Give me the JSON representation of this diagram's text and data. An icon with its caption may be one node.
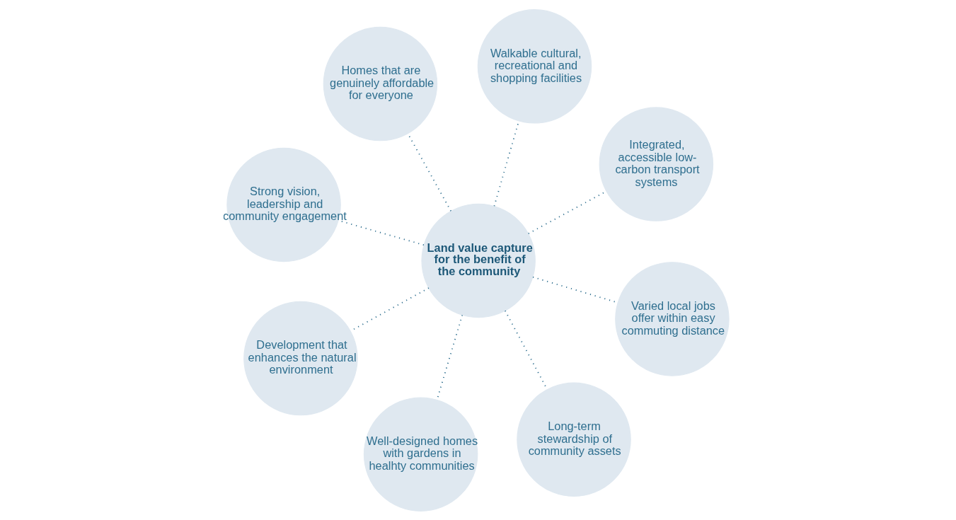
{
  "diagram": {
    "nodes": [
      {
        "text": [
          "Strong vision, leadership and community engagement"
        ]
      },
      {
        "text": [
          "Integrated, accessible low-carbon transport systems"
        ]
      },
      {
        "text": [
          "Long-term stewardship of community assets"
        ]
      },
      {
        "text": [
          "Walkable cultural, recreational and shopping facilities"
        ]
      },
      {
        "text": [
          "Land value capture for the benefit of the community"
        ]
      },
      {
        "text": [
          "Homes that are genuinely affordable for everyone"
        ]
      },
      {
        "text": [
          "Development that enhances the natural environment"
        ]
      },
      {
        "text": [
          "Varied local jobs offer within easy commuting distance"
        ]
      },
      {
        "text": [
          "Well-designed homes with gardens in healhty communities"
        ]
      }
    ],
    "edges": [
      {
        "from": 4,
        "to": 0,
        "arrow": "none"
      },
      {
        "from": 4,
        "to": 2,
        "arrow": "none"
      },
      {
        "from": 4,
        "to": 5,
        "arrow": "none"
      },
      {
        "from": 4,
        "to": 7,
        "arrow": "none"
      },
      {
        "from": 4,
        "to": 8,
        "arrow": "none"
      },
      {
        "from": 4,
        "to": 6,
        "arrow": "none"
      },
      {
        "from": 4,
        "to": 3,
        "arrow": "none"
      },
      {
        "from": 4,
        "to": 1,
        "arrow": "none"
      }
    ]
  }
}
